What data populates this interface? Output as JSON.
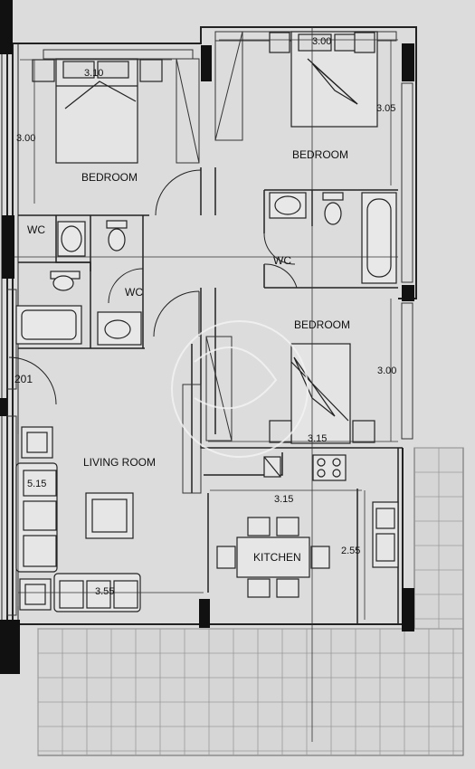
{
  "rooms": {
    "bedroom_1": "BEDROOM",
    "bedroom_2": "BEDROOM",
    "bedroom_3": "BEDROOM",
    "wc_1": "WC",
    "wc_2": "WC",
    "wc_3": "WC",
    "living_room": "LIVING ROOM",
    "kitchen": "KITCHEN",
    "unit_number": "201"
  },
  "dimensions": {
    "bedroom_1_width": "3.10",
    "bedroom_1_height": "3.00",
    "bedroom_2_width": "3.00",
    "bedroom_2_height": "3.05",
    "bedroom_3_width": "3.15",
    "bedroom_3_height": "3.00",
    "living_height": "5.15",
    "living_width": "3.55",
    "kitchen_width": "3.15",
    "kitchen_height": "2.55"
  },
  "colors": {
    "background": "#dcdcdc",
    "wall": "#111111",
    "line": "#222222",
    "terrace_grid": "#9a9a9a"
  }
}
